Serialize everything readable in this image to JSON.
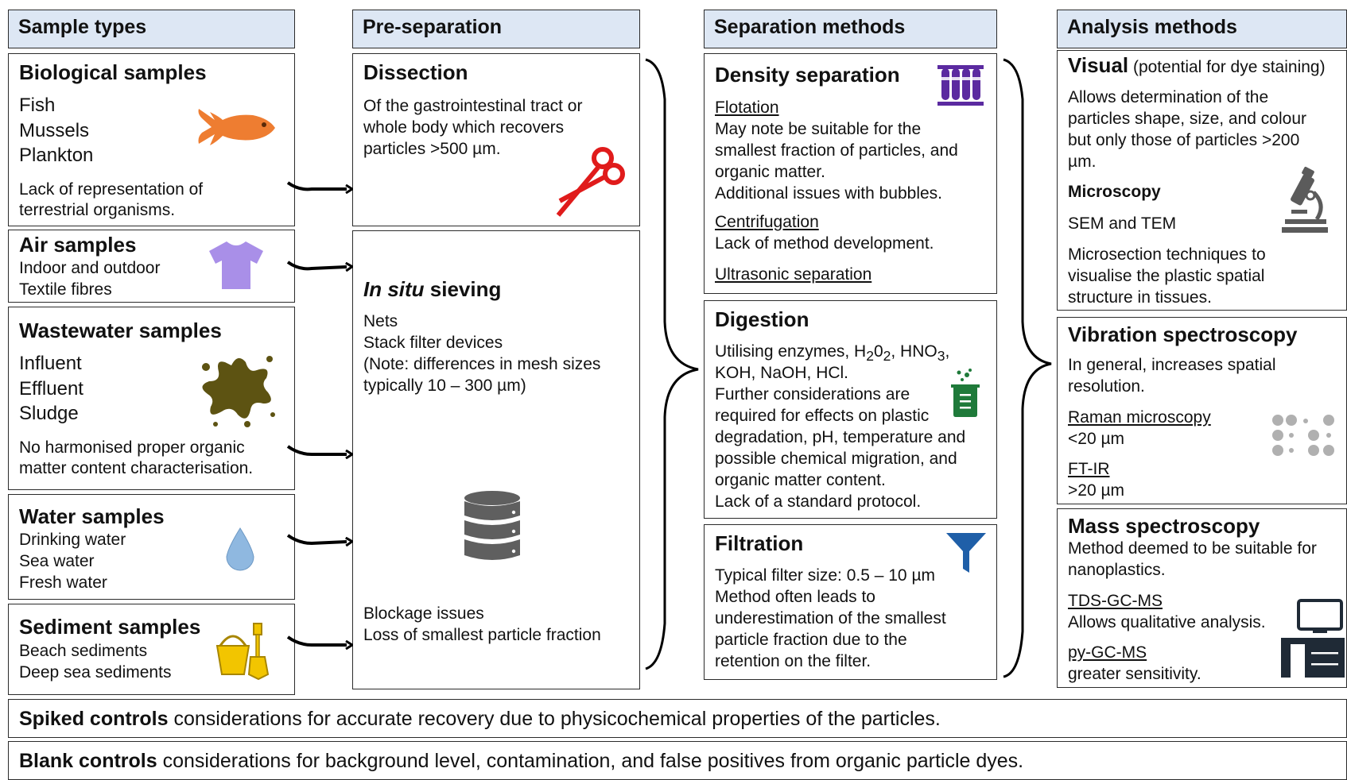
{
  "headers": {
    "sample_types": "Sample types",
    "pre_separation": "Pre-separation",
    "separation_methods": "Separation methods",
    "analysis_methods": "Analysis methods"
  },
  "samples": {
    "biological": {
      "title": "Biological samples",
      "items": [
        "Fish",
        "Mussels",
        "Plankton"
      ],
      "note_1": "Lack of representation of",
      "note_2": "terrestrial organisms.",
      "icon": "fish-icon"
    },
    "air": {
      "title": "Air samples",
      "items": [
        "Indoor and outdoor",
        "Textile fibres"
      ],
      "icon": "t-shirt-icon"
    },
    "wastewater": {
      "title": "Wastewater samples",
      "items": [
        "Influent",
        "Effluent",
        "Sludge"
      ],
      "note_1": "No harmonised proper organic",
      "note_2": "matter content characterisation.",
      "icon": "splat-icon"
    },
    "water": {
      "title": "Water samples",
      "items": [
        "Drinking water",
        "Sea water",
        "Fresh water"
      ],
      "icon": "water-drop-icon"
    },
    "sediment": {
      "title": "Sediment samples",
      "items": [
        "Beach sediments",
        "Deep sea sediments"
      ],
      "icon": "bucket-spade-icon"
    }
  },
  "pre_separation": {
    "dissection": {
      "title": "Dissection",
      "lines": [
        "Of the gastrointestinal tract or",
        "whole body which recovers",
        "particles >500 µm."
      ],
      "icon": "scissors-icon"
    },
    "sieving": {
      "title_italic": "In situ",
      "title_rest": " sieving",
      "lines": [
        "Nets",
        "Stack filter devices",
        "(Note: differences in mesh sizes",
        "typically 10 – 300 µm)"
      ],
      "footer": [
        "Blockage issues",
        "Loss of smallest particle fraction"
      ],
      "icon": "database-icon"
    }
  },
  "separation": {
    "density": {
      "title": "Density separation",
      "flotation": "Flotation",
      "flotation_lines": [
        "May note be suitable for the",
        "smallest fraction of particles, and",
        "organic matter.",
        "Additional issues with bubbles."
      ],
      "centrifugation": "Centrifugation",
      "centrifugation_line": "Lack of method development.",
      "ultrasonic": "Ultrasonic separation",
      "icon": "test-tubes-icon"
    },
    "digestion": {
      "title": "Digestion",
      "line1_a": "Utilising enzymes, H",
      "line1_sub1": "2",
      "line1_b": "0",
      "line1_sub2": "2",
      "line1_c": ", HNO",
      "line1_sub3": "3",
      "line1_d": ",",
      "lines": [
        "KOH, NaOH, HCl.",
        "Further considerations are",
        "required for effects on plastic",
        "degradation, pH, temperature and",
        "possible chemical migration, and",
        "organic matter content.",
        "Lack of a standard protocol."
      ],
      "icon": "beaker-icon"
    },
    "filtration": {
      "title": "Filtration",
      "lines": [
        "Typical filter size: 0.5 – 10 µm",
        "Method often leads to",
        "underestimation of the smallest",
        "particle fraction due to the",
        "retention on the filter."
      ],
      "icon": "funnel-icon"
    }
  },
  "analysis": {
    "visual": {
      "title": "Visual",
      "title_note": " (potential for dye staining)",
      "lines": [
        "Allows determination of the",
        "particles shape, size, and colour",
        "but only those of particles >200",
        "µm."
      ],
      "microscopy": "Microscopy",
      "sem": "SEM and TEM",
      "micro_lines": [
        "Microsection techniques to",
        "visualise the plastic spatial",
        "structure in tissues."
      ],
      "icon": "microscope-icon"
    },
    "vibration": {
      "title": "Vibration spectroscopy",
      "lines": [
        "In general, increases spatial",
        "resolution."
      ],
      "raman": "Raman microscopy",
      "raman_val": "<20 µm",
      "ftir": "FT-IR",
      "ftir_val": ">20 µm",
      "icon": "dots-icon"
    },
    "mass": {
      "title": "Mass spectroscopy",
      "lines": [
        "Method deemed to be suitable for",
        "nanoplastics."
      ],
      "tds": "TDS-GC-MS",
      "tds_line": "Allows qualitative analysis.",
      "py": "py-GC-MS",
      "py_line": "greater sensitivity.",
      "icon": "computer-icon"
    }
  },
  "controls": {
    "spiked_bold": "Spiked controls",
    "spiked_rest": " considerations for accurate recovery due to physicochemical properties of the particles.",
    "blank_bold": "Blank controls",
    "blank_rest": " considerations for background level, contamination, and false positives from organic particle dyes."
  },
  "colors": {
    "header_fill": "#dde7f4",
    "fish": "#ee7d31",
    "tshirt": "#a98fe8",
    "splat": "#5d5312",
    "drop": "#8fb8e0",
    "bucket": "#f2c500",
    "scissors": "#e01b1b",
    "database": "#5f5f5f",
    "tubes": "#5b2aa0",
    "beaker": "#1f7a3a",
    "funnel": "#1f5fa8",
    "microscope": "#5b5b5b",
    "dots": "#b0b0b0",
    "computer": "#1f2a36"
  }
}
